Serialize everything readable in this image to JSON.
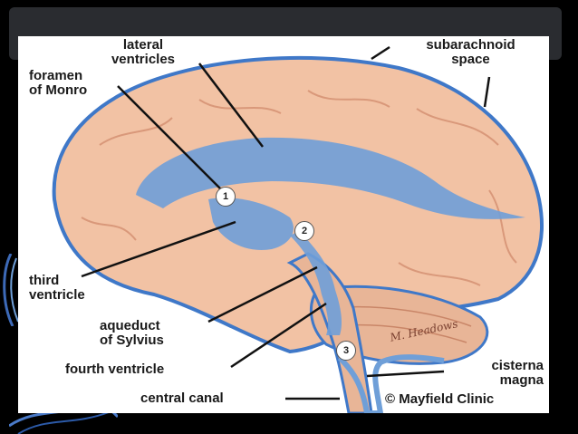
{
  "labels": {
    "lateral_ventricles": "lateral\nventricles",
    "subarachnoid_space": "subarachnoid\nspace",
    "foramen_of_monro": "foramen\nof Monro",
    "third_ventricle": "third\nventricle",
    "aqueduct_of_sylvius": "aqueduct\nof Sylvius",
    "fourth_ventricle": "fourth ventricle",
    "central_canal": "central canal",
    "cisterna_magna": "cisterna\nmagna"
  },
  "markers": {
    "m1": "1",
    "m2": "2",
    "m3": "3"
  },
  "credit": "© Mayfield Clinic",
  "signature": "M. Headows",
  "colors": {
    "brain": "#f2c2a4",
    "brain_outline": "#3f78c8",
    "ventricle": "#6f9fd8",
    "cerebellum": "#e8b597",
    "pointer": "#111111"
  }
}
